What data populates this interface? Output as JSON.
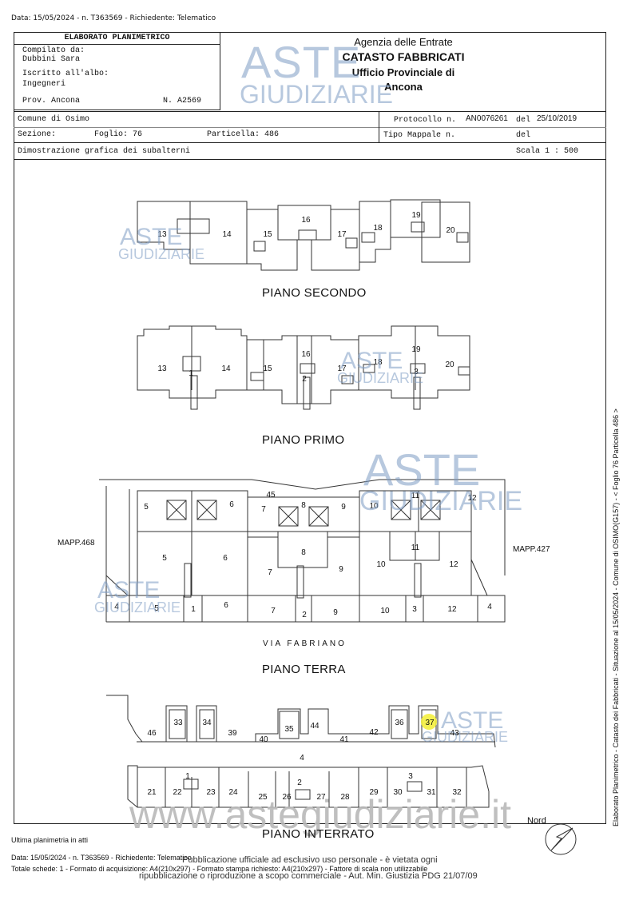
{
  "top_line": "Data: 15/05/2024 - n. T363569 - Richiedente: Telematico",
  "header": {
    "title": "ELABORATO PLANIMETRICO",
    "compilato_label": "Compilato da:",
    "compilato_value": "Dubbini Sara",
    "iscritto_label": "Iscritto all'albo:",
    "iscritto_value": "Ingegneri",
    "prov": "Prov. Ancona",
    "numero": "N. A2569",
    "agency1": "Agenzia delle Entrate",
    "agency2": "CATASTO FABBRICATI",
    "agency3": "Ufficio Provinciale di",
    "agency4": "Ancona",
    "comune": "Comune di Osimo",
    "sezione": "Sezione:",
    "foglio": "Foglio: 76",
    "particella": "Particella: 486",
    "protocollo_label": "Protocollo n.",
    "protocollo_value": "AN0076261",
    "del_label": "del",
    "del_value": "25/10/2019",
    "tipo_mappale": "Tipo Mappale n.",
    "del2": "del",
    "dimostrazione": "Dimostrazione grafica dei subalterni",
    "scala": "Scala 1 : 500"
  },
  "watermark": {
    "line1": "ASTE",
    "line2": "GIUDIZIARIE",
    "site": "www.astegiudiziarie.it"
  },
  "floors": {
    "secondo": "PIANO SECONDO",
    "primo": "PIANO PRIMO",
    "terra": "PIANO TERRA",
    "interrato": "PIANO INTERRATO"
  },
  "street": "VIA FABRIANO",
  "mapp_left": "MAPP.468",
  "mapp_right": "MAPP.427",
  "nord": "Nord",
  "footer": {
    "ultima": "Ultima planimetria in atti",
    "data": "Data: 15/05/2024 - n. T363569 - Richiedente: Telematico",
    "totale": "Totale schede: 1 - Formato di acquisizione: A4(210x297) - Formato stampa richiesto: A4(210x297) - Fattore di scala non utilizzabile",
    "pub1": "Pubblicazione ufficiale ad esclusivo uso personale - è vietata ogni",
    "pub2": "ripubblicazione o riproduzione a scopo commerciale - Aut. Min. Giustizia PDG 21/07/09"
  },
  "side_text": "Elaborato Planimetrico - Catasto dei Fabbricati - Situazione al 15/05/2024 - Comune di OSIMO(G157) - < Foglio 76 Particella 486 >",
  "labels": {
    "secondo": [
      "13",
      "14",
      "15",
      "16",
      "17",
      "18",
      "19",
      "20"
    ],
    "primo": [
      "13",
      "14",
      "15",
      "16",
      "17",
      "18",
      "19",
      "20",
      "1",
      "2",
      "3"
    ],
    "terra": [
      "45",
      "5",
      "6",
      "7",
      "8",
      "9",
      "10",
      "11",
      "12",
      "5",
      "6",
      "8",
      "7",
      "9",
      "10",
      "11",
      "12",
      "4",
      "5",
      "1",
      "6",
      "7",
      "2",
      "9",
      "10",
      "3",
      "12",
      "4"
    ],
    "interrato": [
      "33",
      "34",
      "35",
      "44",
      "36",
      "37",
      "46",
      "39",
      "40",
      "41",
      "42",
      "43",
      "4",
      "1",
      "2",
      "3",
      "21",
      "22",
      "23",
      "24",
      "25",
      "26",
      "27",
      "28",
      "29",
      "30",
      "31",
      "32"
    ]
  }
}
